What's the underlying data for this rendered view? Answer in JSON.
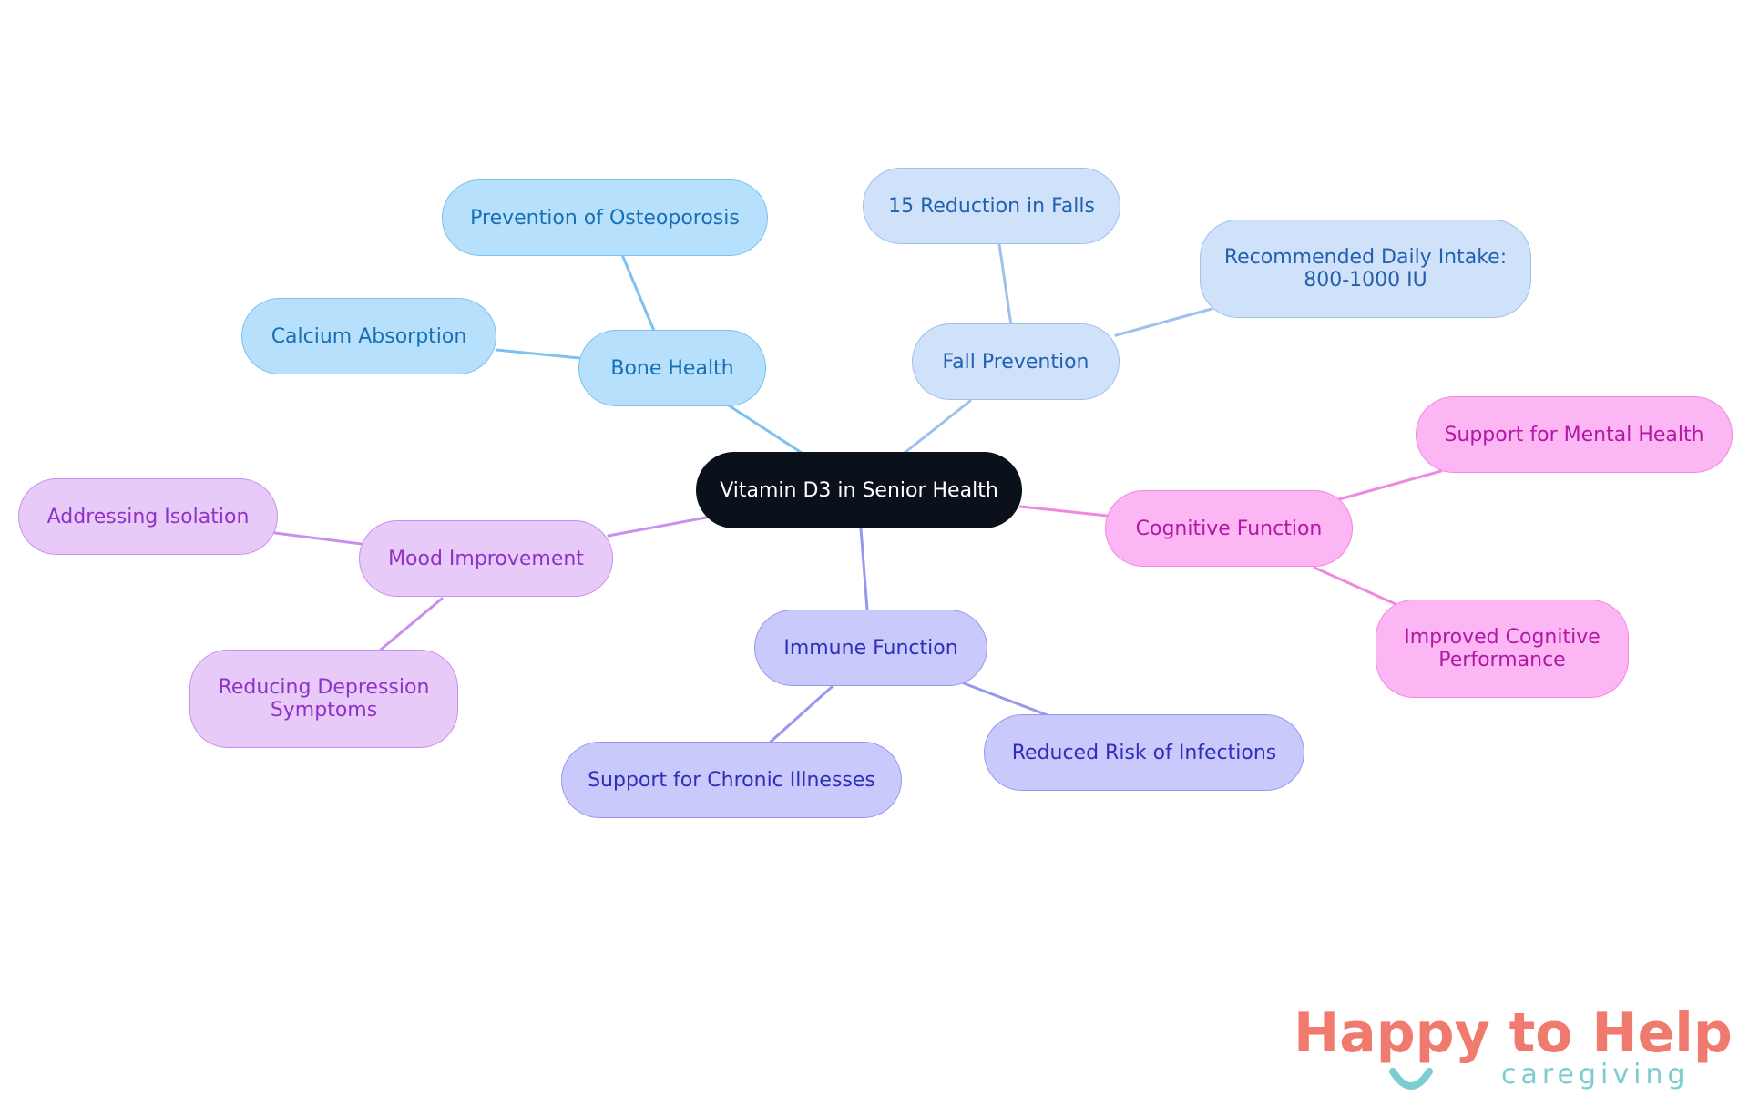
{
  "diagram": {
    "root": "Vitamin D3 in Senior Health",
    "branches": {
      "bone": {
        "label": "Bone Health",
        "children": [
          "Prevention of Osteoporosis",
          "Calcium Absorption"
        ]
      },
      "fall": {
        "label": "Fall Prevention",
        "children": [
          "15 Reduction in Falls",
          "Recommended Daily Intake:\n800-1000 IU"
        ]
      },
      "cognitive": {
        "label": "Cognitive Function",
        "children": [
          "Support for Mental Health",
          "Improved Cognitive\nPerformance"
        ]
      },
      "immune": {
        "label": "Immune Function",
        "children": [
          "Reduced Risk of Infections",
          "Support for Chronic Illnesses"
        ]
      },
      "mood": {
        "label": "Mood Improvement",
        "children": [
          "Addressing Isolation",
          "Reducing Depression\nSymptoms"
        ]
      }
    },
    "colors": {
      "root": "#0b111a",
      "bone": "#b6e0fc",
      "fall": "#cfe2fa",
      "cognitive": "#fdb6f4",
      "immune": "#c9c9fc",
      "mood": "#e8caf9"
    }
  },
  "logo": {
    "main": "Happy to Help",
    "sub": "caregiving"
  }
}
